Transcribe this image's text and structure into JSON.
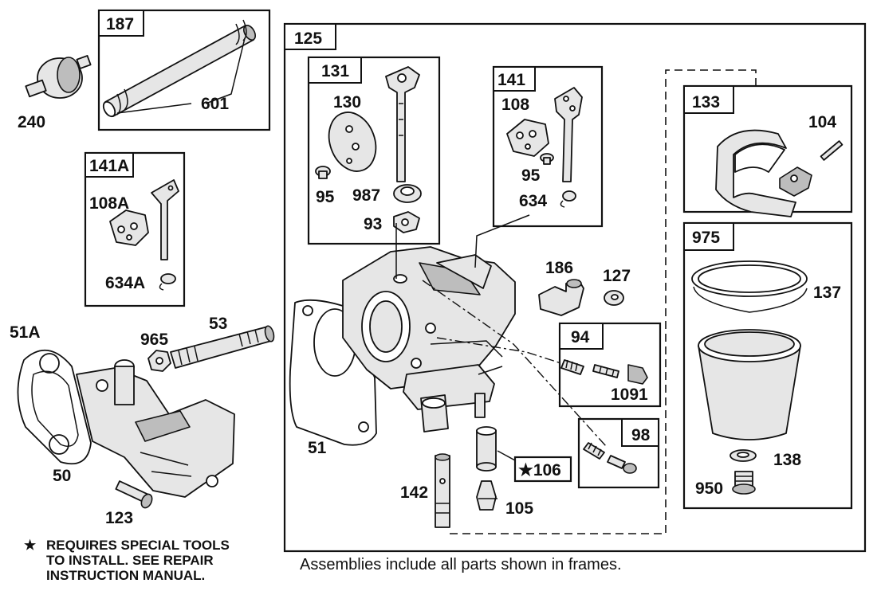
{
  "frames": {
    "f187": "187",
    "f125": "125",
    "f131": "131",
    "f141": "141",
    "f133": "133",
    "f141a": "141A",
    "f975": "975",
    "f94": "94",
    "f98": "98"
  },
  "parts": {
    "p240": "240",
    "p601": "601",
    "p130": "130",
    "p95a": "95",
    "p987": "987",
    "p93": "93",
    "p108": "108",
    "p95b": "95",
    "p634": "634",
    "p104": "104",
    "p108a": "108A",
    "p634a": "634A",
    "p51a": "51A",
    "p965": "965",
    "p53": "53",
    "p50": "50",
    "p123": "123",
    "p51": "51",
    "p186": "186",
    "p127": "127",
    "p137": "137",
    "p1091": "1091",
    "p138": "138",
    "p950": "950",
    "p142": "142",
    "p106": "★106",
    "p105": "105"
  },
  "notes": {
    "star": "★",
    "line1": "REQUIRES SPECIAL TOOLS",
    "line2": "TO INSTALL.  SEE REPAIR",
    "line3": "INSTRUCTION MANUAL.",
    "caption": "Assemblies include all parts shown in frames."
  }
}
